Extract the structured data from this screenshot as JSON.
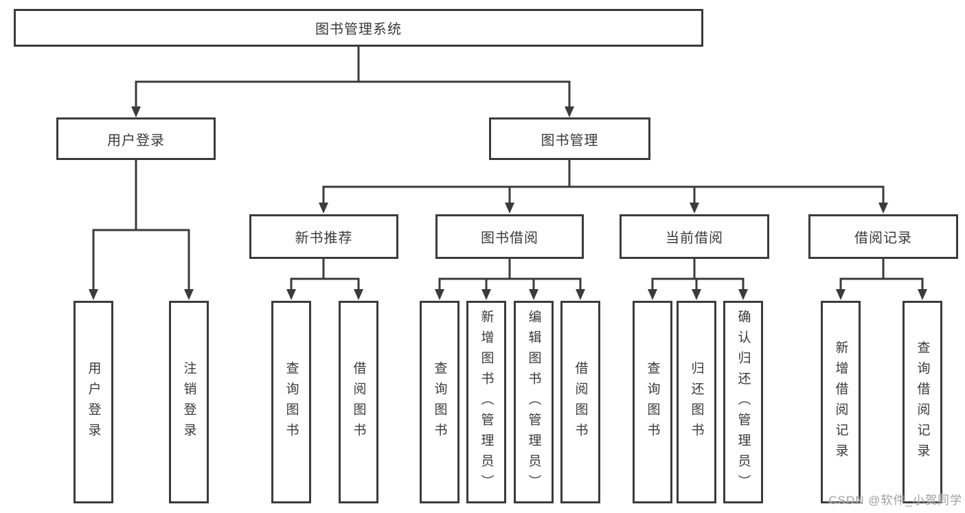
{
  "diagram": {
    "root": {
      "label": "图书管理系统"
    },
    "login": {
      "label": "用户登录",
      "children": [
        {
          "label": "用户登录"
        },
        {
          "label": "注销登录"
        }
      ]
    },
    "manage": {
      "label": "图书管理",
      "groups": [
        {
          "label": "新书推荐",
          "children": [
            {
              "label": "查询图书"
            },
            {
              "label": "借阅图书"
            }
          ]
        },
        {
          "label": "图书借阅",
          "children": [
            {
              "label": "查询图书"
            },
            {
              "label": "新增图书（管理员）"
            },
            {
              "label": "编辑图书（管理员）"
            },
            {
              "label": "借阅图书"
            }
          ]
        },
        {
          "label": "当前借阅",
          "children": [
            {
              "label": "查询图书"
            },
            {
              "label": "归还图书"
            },
            {
              "label": "确认归还（管理员）"
            }
          ]
        },
        {
          "label": "借阅记录",
          "children": [
            {
              "label": "新增借阅记录"
            },
            {
              "label": "查询借阅记录"
            }
          ]
        }
      ]
    }
  },
  "watermark": {
    "text": "CSDN @软件_小贺同学"
  },
  "colors": {
    "line": "#3b3b3b",
    "text": "#3a3a3a",
    "watermark": "#9e9e9e",
    "background": "#ffffff"
  }
}
